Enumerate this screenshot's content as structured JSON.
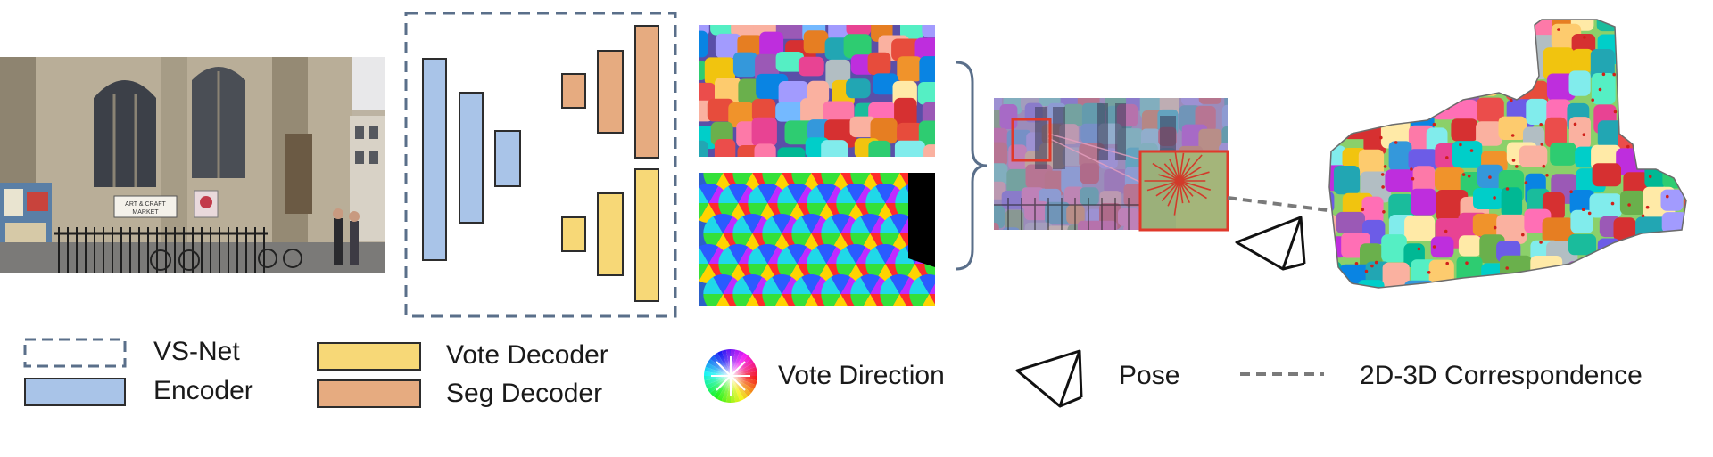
{
  "colors": {
    "encoder": "#a9c4e8",
    "encoder_border": "#2d2d2d",
    "vote_decoder": "#f7d877",
    "seg_decoder": "#e6ab80",
    "vsnet_border": "#5a6f8a",
    "correspondence_line": "#7a7a7a",
    "highlight_box": "#e0392b"
  },
  "icons": {
    "vote_direction": "vote-direction-icon",
    "pose": "camera-frustum-icon"
  },
  "photo": {
    "sign_line1": "ART & CRAFT",
    "sign_line2": "MARKET"
  },
  "legend": {
    "vsnet": "VS-Net",
    "encoder": "Encoder",
    "vote_decoder": "Vote Decoder",
    "seg_decoder": "Seg Decoder",
    "vote_direction": "Vote Direction",
    "pose": "Pose",
    "correspondence": "2D-3D Correspondence"
  }
}
